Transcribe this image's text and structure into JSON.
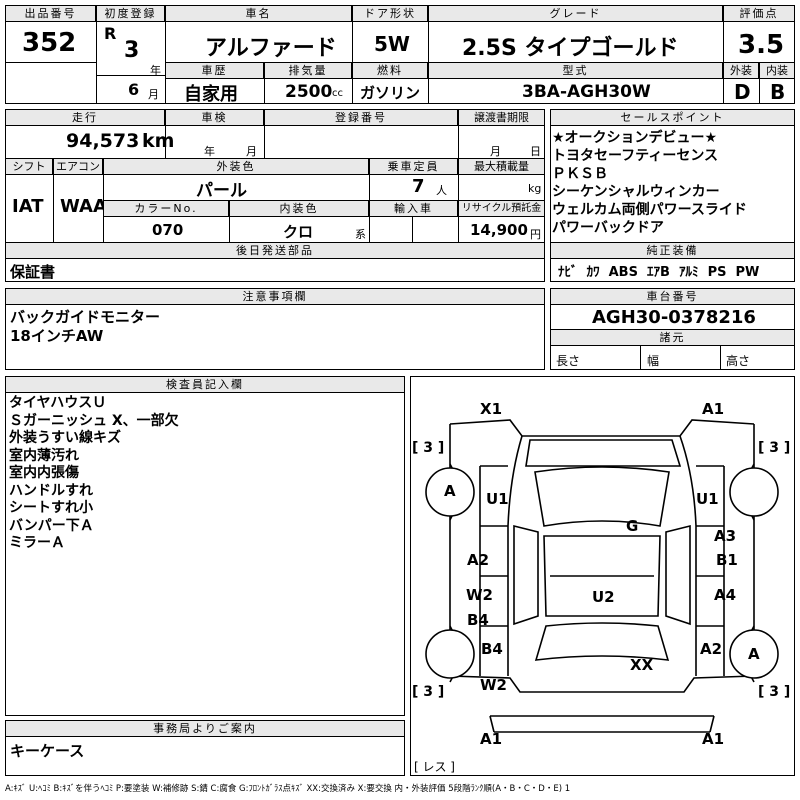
{
  "header": {
    "lot_label": "出品番号",
    "lot_no": "352",
    "reg_label": "初度登録",
    "era": "R",
    "year": "3",
    "year_unit": "年",
    "month": "6",
    "month_unit": "月",
    "name_label": "車名",
    "car_name": "アルファード",
    "door_label": "ドア形状",
    "door": "5W",
    "grade_label": "グレード",
    "grade": "2.5S タイプゴールド",
    "score_label": "評価点",
    "score": "3.5",
    "history_label": "車歴",
    "history": "自家用",
    "disp_label": "排気量",
    "displacement": "2500",
    "disp_unit": "cc",
    "fuel_label": "燃料",
    "fuel": "ガソリン",
    "model_label": "型式",
    "model": "3BA-AGH30W",
    "ext_label": "外装",
    "ext_grade": "D",
    "int_label": "内装",
    "int_grade": "B"
  },
  "row2": {
    "mileage_label": "走行",
    "mileage": "94,573",
    "mileage_unit": "km",
    "inspection_label": "車検",
    "insp_year": "年",
    "insp_month": "月",
    "regno_label": "登録番号",
    "transfer_label": "譲渡書期限",
    "tr_month": "月",
    "tr_day": "日",
    "shift_label": "シフト",
    "shift": "IAT",
    "ac_label": "エアコン",
    "ac": "WAA",
    "color_label": "外装色",
    "color": "パール",
    "capacity_label": "乗車定員",
    "capacity": "7",
    "capacity_unit": "人",
    "maxload_label": "最大積載量",
    "maxload_unit": "kg",
    "colorno_label": "カラーNo.",
    "colorno": "070",
    "intcolor_label": "内装色",
    "intcolor": "クロ",
    "intcolor_unit": "系",
    "import_label": "輸入車",
    "recycle_label": "リサイクル預託金",
    "recycle": "14,900",
    "recycle_unit": "円",
    "later_label": "後日発送部品",
    "later": "保証書"
  },
  "sales": {
    "label": "セールスポイント",
    "items": [
      "★オークションデビュー★",
      "トヨタセーフティーセンス",
      "ＰＫＳＢ",
      "シーケンシャルウィンカー",
      "ウェルカム両側パワースライド",
      "パワーバックドア"
    ],
    "equip_label": "純正装備",
    "equip": [
      "ﾅﾋﾞ",
      "ｶﾜ",
      "ABS",
      "ｴｱB",
      "ｱﾙﾐ",
      "PS",
      "PW"
    ]
  },
  "caution": {
    "label": "注意事項欄",
    "lines": [
      "バックガイドモニター",
      "18インチAW"
    ]
  },
  "chassis": {
    "label": "車台番号",
    "number": "AGH30-0378216",
    "spec_label": "諸元",
    "length_label": "長さ",
    "width_label": "幅",
    "height_label": "高さ"
  },
  "inspector": {
    "label": "検査員記入欄",
    "lines": [
      "タイヤハウスＵ",
      "Ｓガーニッシュ X、一部欠",
      "外装うすい線キズ",
      "室内薄汚れ",
      "室内内張傷",
      "ハンドルすれ",
      "シートすれ小",
      "バンパー下Ａ",
      "ミラーＡ"
    ]
  },
  "office": {
    "label": "事務局よりご案内",
    "text": "キーケース"
  },
  "diagram": {
    "marks": {
      "x1": "X1",
      "a1_tr": "A1",
      "u1_l": "U1",
      "u1_r": "U1",
      "g": "G",
      "a3": "A3",
      "b1": "B1",
      "a2_l": "A2",
      "w2_l": "W2",
      "b4_l": "B4",
      "u2": "U2",
      "a4": "A4",
      "b4_b": "B4",
      "a2_r": "A2",
      "xx": "XX",
      "w2_b": "W2",
      "a1_bl": "A1",
      "a1_br": "A1",
      "tire_fl": "A",
      "tire_rr": "A"
    },
    "bracket": "[ 3 ]",
    "less": "[ レス ]"
  },
  "legend": "A:ｷｽﾞ  U:ﾍｺﾐ  B:ｷｽﾞを伴うﾍｺﾐ  P:要塗装  W:補修跡  S:錆  C:腐食  G:ﾌﾛﾝﾄｶﾞﾗｽ点ｷｽﾞ  XX:交換済み  X:要交換  内・外装評価 5段階ﾗﾝｸ順(A・B・C・D・E) 1"
}
